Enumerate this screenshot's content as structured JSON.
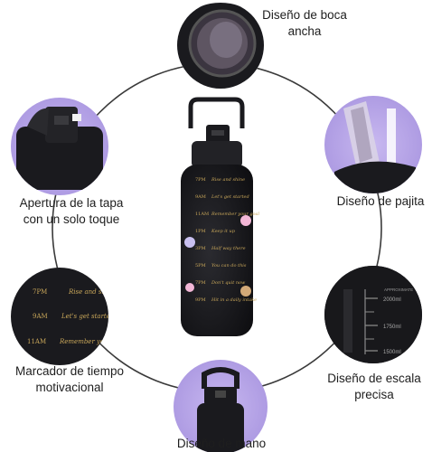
{
  "colors": {
    "accent_lavender": "#b9a6e8",
    "bottle_black": "#1a1a1e",
    "ring_line": "#3a3a3a",
    "gold_print": "#c9a75a"
  },
  "features": [
    {
      "id": "wide-mouth",
      "lines": [
        "Diseño de boca",
        "ancha"
      ]
    },
    {
      "id": "straw",
      "lines": [
        "Diseño de pajita"
      ]
    },
    {
      "id": "scale",
      "lines": [
        "Diseño de escala",
        "precisa"
      ]
    },
    {
      "id": "handle",
      "lines": [
        "Diseño de mano"
      ]
    },
    {
      "id": "time-marker",
      "lines": [
        "Marcador de tiempo",
        "motivacional"
      ]
    },
    {
      "id": "lid-open",
      "lines": [
        "Apertura de la tapa",
        "con un solo toque"
      ]
    }
  ],
  "bottle_print": {
    "rows": [
      {
        "time": "7PM",
        "text": "Rise and shine"
      },
      {
        "time": "9AM",
        "text": "Let's get started"
      },
      {
        "time": "11AM",
        "text": "Remember your goal"
      },
      {
        "time": "1PM",
        "text": "Keep it up"
      },
      {
        "time": "3PM",
        "text": "Half way there"
      },
      {
        "time": "5PM",
        "text": "You can do this"
      },
      {
        "time": "7PM",
        "text": "Don't quit now"
      },
      {
        "time": "9PM",
        "text": "Hit in a daily intake"
      }
    ]
  },
  "scale_marks": [
    "2000ml",
    "1750ml",
    "1500ml"
  ],
  "scale_small": "APPROXIMATE"
}
